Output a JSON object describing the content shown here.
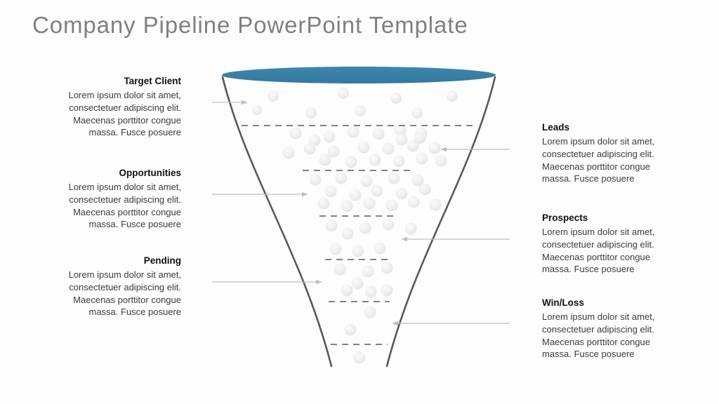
{
  "slide": {
    "title": "Company Pipeline PowerPoint Template",
    "background_color": "#fdfdfd",
    "title_color": "#808080"
  },
  "funnel": {
    "top_ellipse_color": "#3880a8",
    "wall_color": "#595959",
    "divider_color": "#595959",
    "ball_color": "#eeeeee",
    "arrow_color": "#bfbfbf",
    "body_fill": "#fdfdfd"
  },
  "callouts": {
    "left": [
      {
        "title": "Target Client",
        "body": "Lorem ipsum dolor sit amet, consectetuer adipiscing elit. Maecenas porttitor congue massa. Fusce posuere"
      },
      {
        "title": "Opportunities",
        "body": "Lorem ipsum dolor sit amet, consectetuer adipiscing elit. Maecenas porttitor congue massa. Fusce posuere"
      },
      {
        "title": "Pending",
        "body": "Lorem ipsum dolor sit amet, consectetuer adipiscing elit. Maecenas porttitor congue massa. Fusce posuere"
      }
    ],
    "right": [
      {
        "title": "Leads",
        "body": "Lorem ipsum dolor sit amet, consectetuer adipiscing elit. Maecenas porttitor congue massa. Fusce posuere"
      },
      {
        "title": "Prospects",
        "body": "Lorem ipsum dolor sit amet, consectetuer adipiscing elit. Maecenas porttitor congue massa. Fusce posuere"
      },
      {
        "title": "Win/Loss",
        "body": "Lorem ipsum dolor sit amet, consectetuer adipiscing elit. Maecenas porttitor congue massa. Fusce posuere"
      }
    ]
  }
}
